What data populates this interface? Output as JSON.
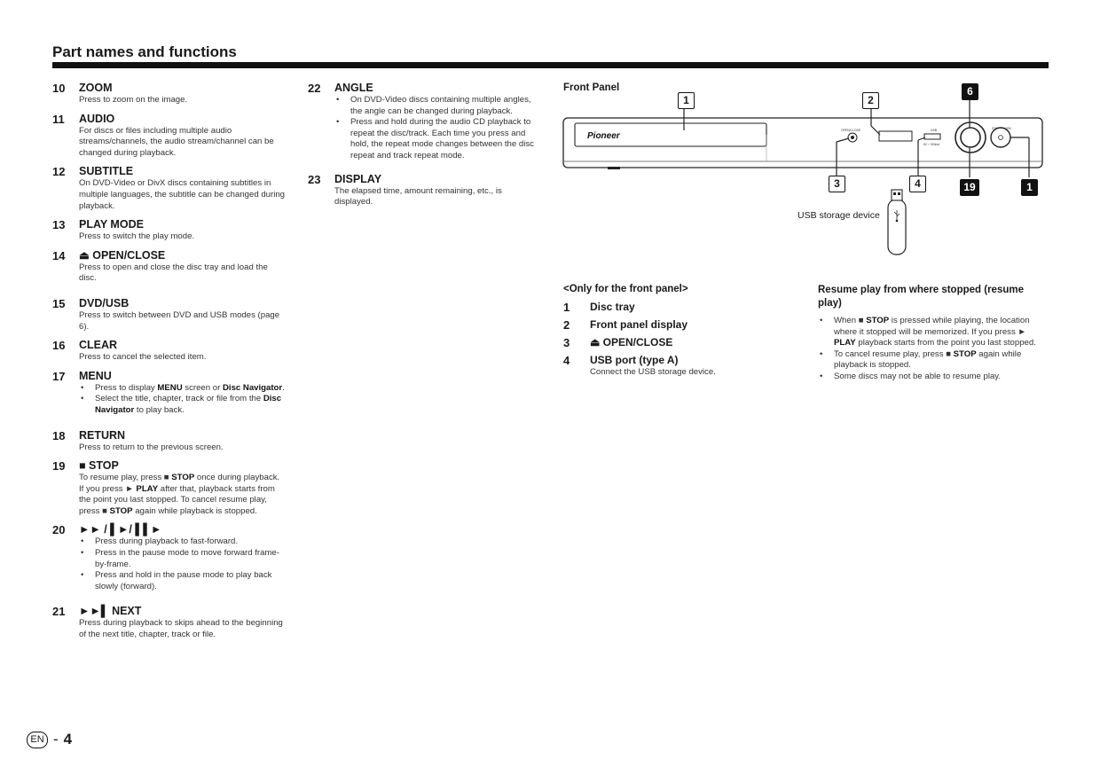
{
  "page_title": "Part names and functions",
  "col1": [
    {
      "num": "10",
      "label": "ZOOM",
      "desc": "Press to zoom on the image."
    },
    {
      "num": "11",
      "label": "AUDIO",
      "desc": "For discs or files including multiple audio streams/channels, the audio stream/channel can be changed during playback."
    },
    {
      "num": "12",
      "label": "SUBTITLE",
      "desc": "On DVD-Video or DivX discs containing subtitles in multiple languages, the subtitle can be changed during playback."
    },
    {
      "num": "13",
      "label": "PLAY MODE",
      "desc": "Press to switch the play mode."
    },
    {
      "num": "14",
      "label": "⏏ OPEN/CLOSE",
      "desc": "Press to open and close the disc tray and load the disc."
    },
    {
      "num": "15",
      "label": "DVD/USB",
      "desc": "Press to switch between DVD and USB modes (page 6)."
    },
    {
      "num": "16",
      "label": "CLEAR",
      "desc": "Press to cancel the selected item."
    },
    {
      "num": "17",
      "label": "MENU",
      "bullets": [
        {
          "t1": "Press to display ",
          "b1": "MENU",
          "t2": " screen or ",
          "b2": "Disc Navigator",
          "t3": "."
        },
        {
          "t1": "Select the title, chapter, track or file from the ",
          "b1": "Disc Navigator",
          "t2": " to play back.",
          "b2": "",
          "t3": ""
        }
      ]
    },
    {
      "num": "18",
      "label": "RETURN",
      "desc": "Press to return to the previous screen."
    },
    {
      "num": "19",
      "label": "■ STOP",
      "rich": {
        "a": "To resume play, press ■ ",
        "b": "STOP",
        "c": " once during playback. If you press ► ",
        "d": "PLAY",
        "e": " after that, playback starts from the point you last stopped. To cancel resume play, press ■ ",
        "f": "STOP",
        "g": " again while playback is stopped."
      }
    },
    {
      "num": "20",
      "label": "►► / ▌►/ ▌▌►",
      "bullets": [
        {
          "t1": "Press during playback to fast-forward.",
          "b1": "",
          "t2": "",
          "b2": "",
          "t3": ""
        },
        {
          "t1": "Press in the pause mode to move forward frame-by-frame.",
          "b1": "",
          "t2": "",
          "b2": "",
          "t3": ""
        },
        {
          "t1": "Press and hold in the pause mode to play back slowly (forward).",
          "b1": "",
          "t2": "",
          "b2": "",
          "t3": ""
        }
      ]
    },
    {
      "num": "21",
      "label": "►►▌ NEXT",
      "desc": "Press during playback to skips ahead to the beginning of the next title, chapter, track or file."
    }
  ],
  "col2": [
    {
      "num": "22",
      "label": "ANGLE",
      "bullets": [
        {
          "t1": "On DVD-Video discs containing multiple angles, the angle can be changed during playback.",
          "b1": "",
          "t2": "",
          "b2": "",
          "t3": ""
        },
        {
          "t1": "Press and hold during the audio CD playback to repeat the disc/track. Each time you press and hold, the repeat mode changes between the disc repeat and track repeat mode.",
          "b1": "",
          "t2": "",
          "b2": "",
          "t3": ""
        }
      ]
    },
    {
      "num": "23",
      "label": "DISPLAY",
      "desc": "The elapsed time, amount remaining, etc., is displayed."
    }
  ],
  "front_panel": {
    "title": "Front Panel",
    "brand": "Pioneer",
    "btn_open_close": "OPEN/CLOSE",
    "port_usb": "USB",
    "port_usb_sub": "5V ⎓ 500mA",
    "btn_standby": "STANDBY/ON",
    "callouts": {
      "c1": "1",
      "c2": "2",
      "c3": "3",
      "c4": "4",
      "c6": "6",
      "c19": "19",
      "c1b": "1"
    },
    "usb_label": "USB storage device"
  },
  "only_front": {
    "title": "<Only for the front panel>",
    "items": [
      {
        "num": "1",
        "label": "Disc tray",
        "desc": ""
      },
      {
        "num": "2",
        "label": "Front panel display",
        "desc": ""
      },
      {
        "num": "3",
        "label": "⏏ OPEN/CLOSE",
        "desc": ""
      },
      {
        "num": "4",
        "label": "USB port (type A)",
        "desc": "Connect the USB storage device."
      }
    ]
  },
  "resume": {
    "title": "Resume play from where stopped (resume play)",
    "b1": {
      "a": "When ■ ",
      "b": "STOP",
      "c": " is pressed while playing, the location where it stopped will be memorized. If you press ► ",
      "d": "PLAY",
      "e": " playback starts from the point you last stopped."
    },
    "b2": {
      "a": "To cancel resume play, press ■ ",
      "b": "STOP",
      "c": " again while playback is stopped."
    },
    "b3": "Some discs may not be able to resume play."
  },
  "footer": {
    "lang": "EN",
    "sep": "-",
    "page": "4"
  }
}
